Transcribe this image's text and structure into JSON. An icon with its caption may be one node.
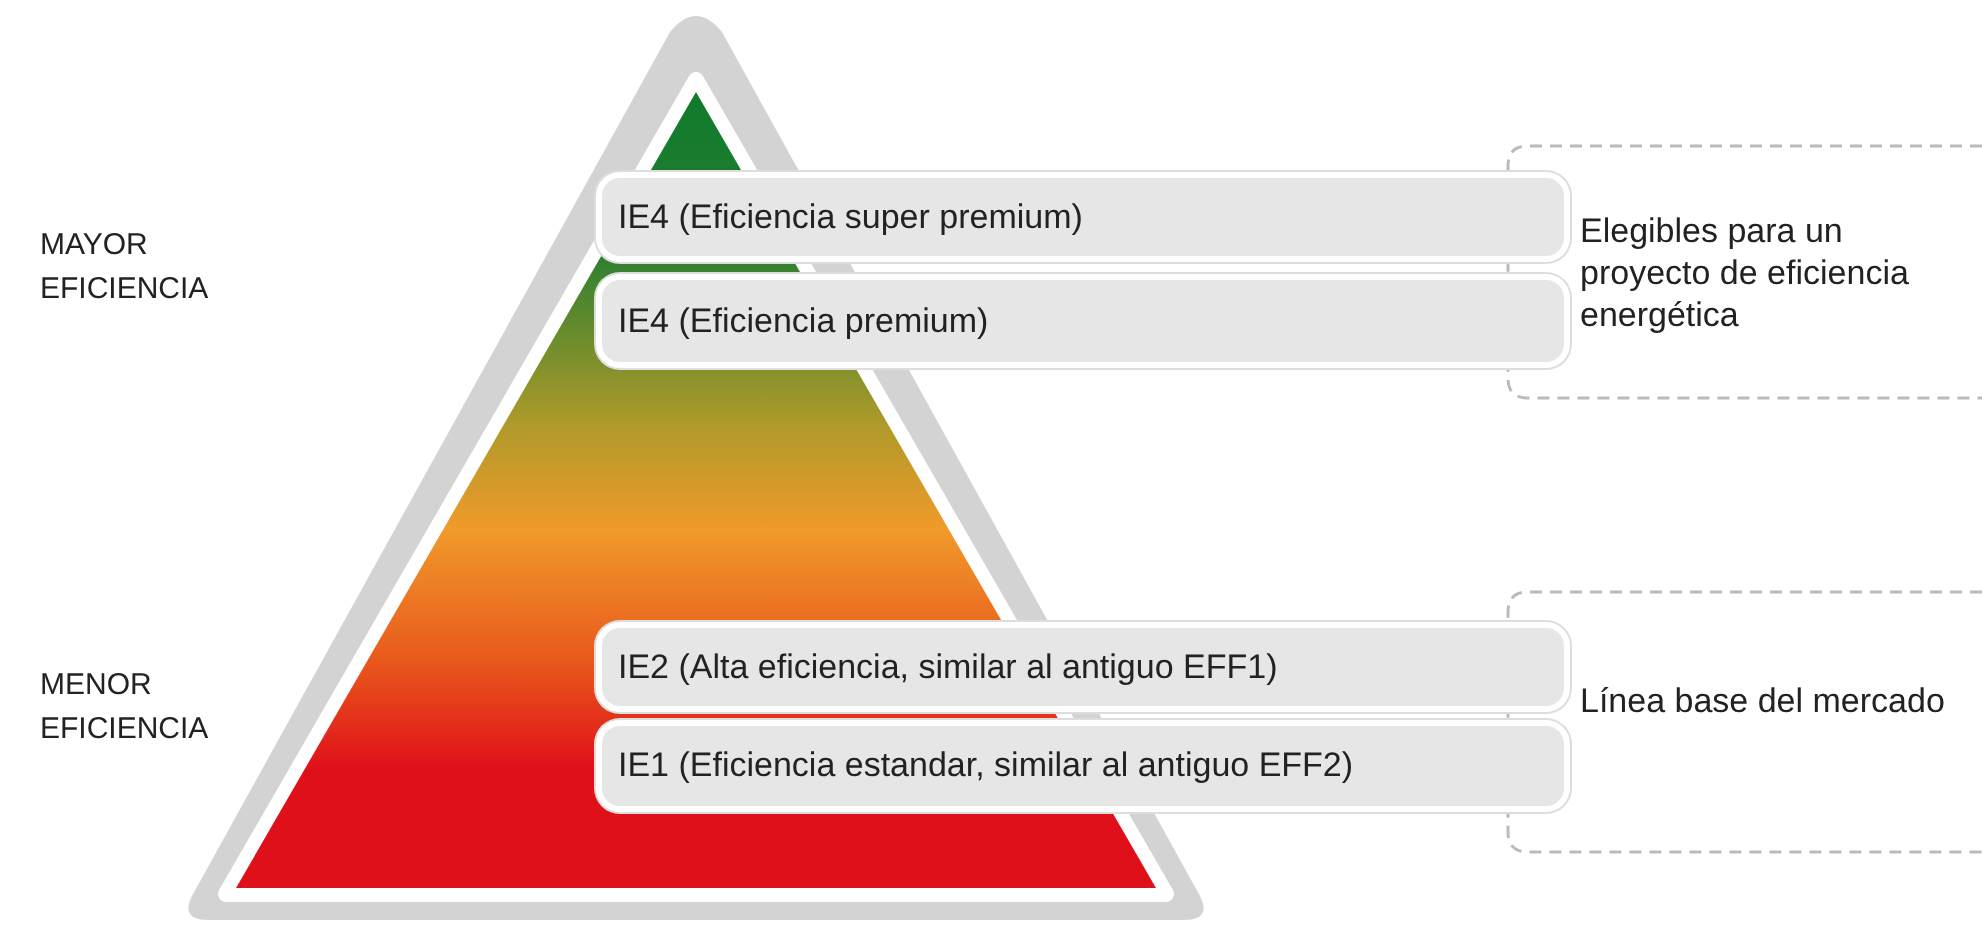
{
  "diagram": {
    "nodes": [
      {
        "text": [
          "IE4 (Eficiencia super premium)"
        ]
      },
      {
        "text": [
          "IE4 (Eficiencia premium)"
        ]
      },
      {
        "text": [
          "IE2 (Alta eficiencia, similar al antiguo EFF1)"
        ]
      },
      {
        "text": [
          "IE1 (Eficiencia estandar, similar al antiguo EFF2)"
        ]
      },
      {
        "text": [
          "Elegibles para un proyecto de eficiencia energética"
        ]
      },
      {
        "text": [
          "Línea base del mercado"
        ]
      }
    ],
    "labels": [
      "MAYOR EFICIENCIA",
      "MENOR EFICIENCIA"
    ]
  }
}
